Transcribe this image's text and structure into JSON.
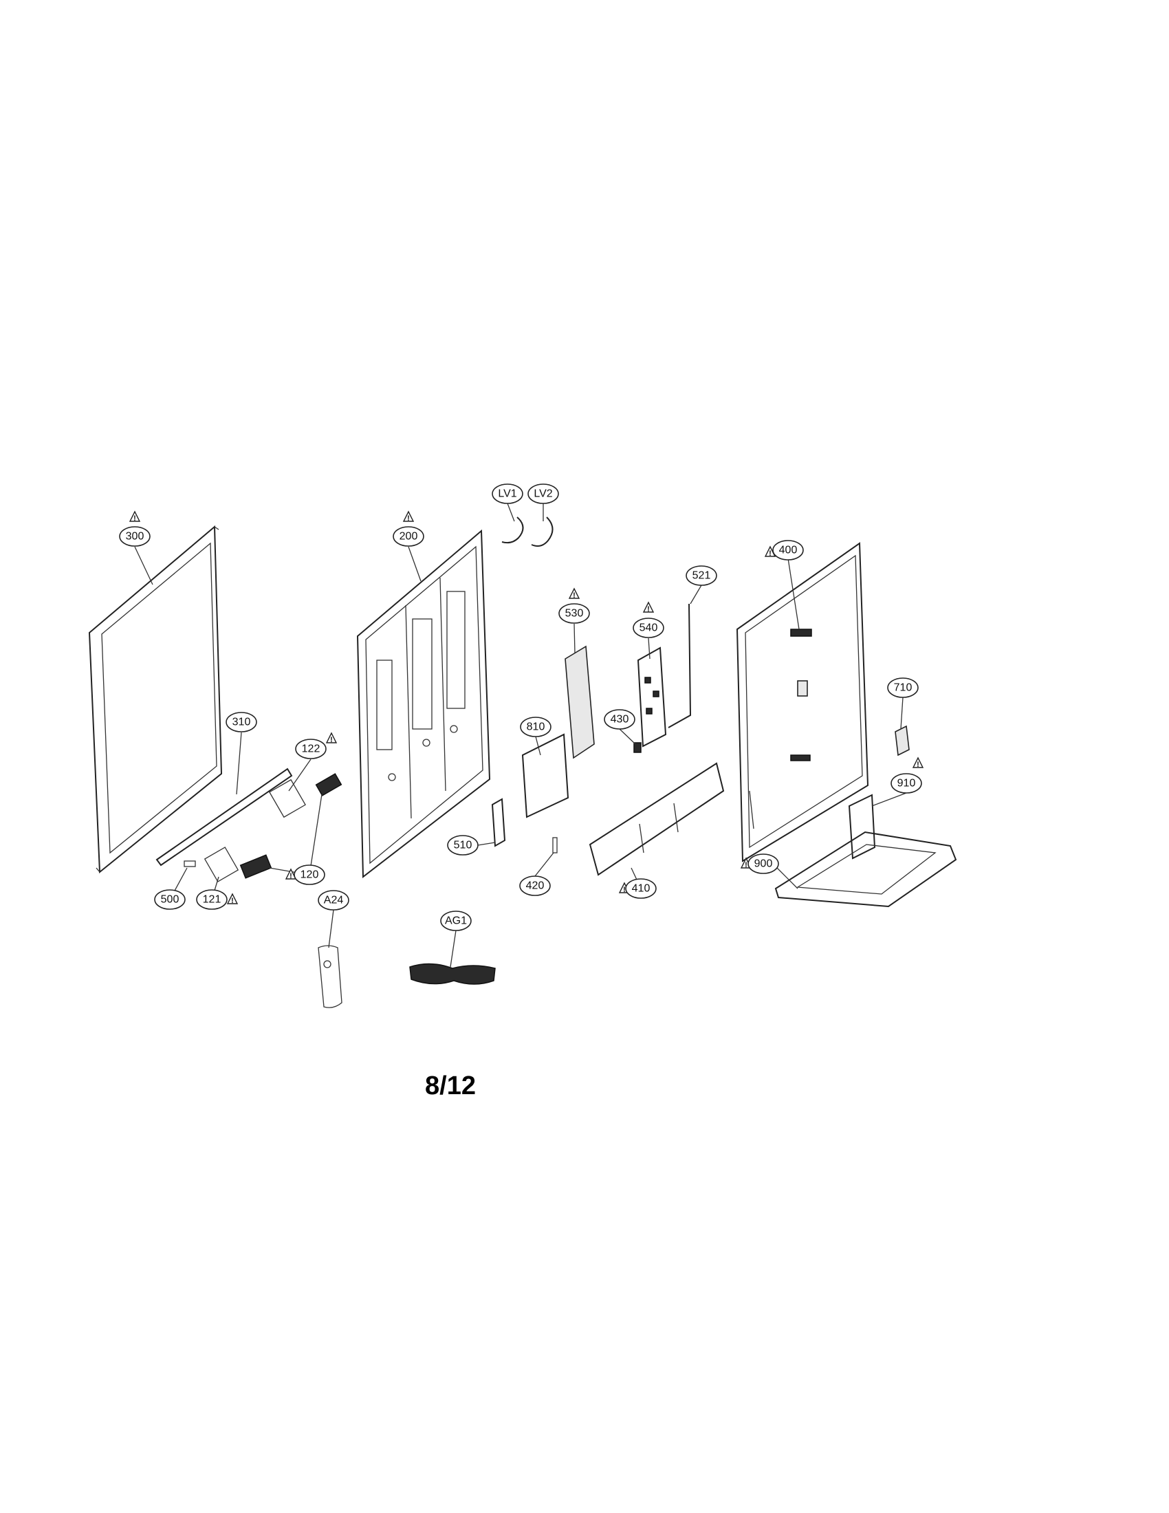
{
  "page_number": "8/12",
  "callouts": {
    "c300": "300",
    "c200": "200",
    "cLV1": "LV1",
    "cLV2": "LV2",
    "c530": "530",
    "c521": "521",
    "c540": "540",
    "c400": "400",
    "c310": "310",
    "c122": "122",
    "c810": "810",
    "c430": "430",
    "c710": "710",
    "c910": "910",
    "c510": "510",
    "c120": "120",
    "c420": "420",
    "c410": "410",
    "c900": "900",
    "c500": "500",
    "c121": "121",
    "cA24": "A24",
    "cAG1": "AG1"
  },
  "warning_symbol": "!"
}
